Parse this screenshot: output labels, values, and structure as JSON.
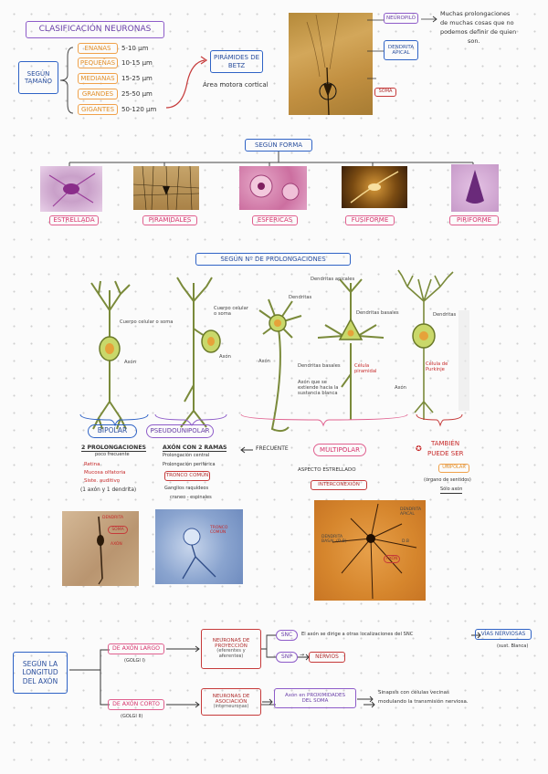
{
  "title": "CLASIFICACIÓN NEURONAS",
  "size_section": {
    "label": "SEGÚN TAMAÑO",
    "rows": [
      {
        "name": "ENANAS",
        "range": "5-10 µm"
      },
      {
        "name": "PEQUEÑAS",
        "range": "10-15 µm"
      },
      {
        "name": "MEDIANAS",
        "range": "15-25 µm"
      },
      {
        "name": "GRANDES",
        "range": "25-50 µm"
      },
      {
        "name": "GIGANTES",
        "range": "50-120 µm"
      }
    ],
    "betz_label": "PIRÁMIDES DE BETZ",
    "betz_note": "Área motora cortical",
    "neuropilo_label": "NEUROPILO",
    "neuropilo_note": [
      "Muchas prolongaciones",
      "de muchas cosas que no",
      "podemos definir de quien",
      "son."
    ],
    "dendrita_label": "DENDRITA APICAL",
    "soma_label": "SOMA"
  },
  "form_section": {
    "label": "SEGÚN FORMA",
    "items": [
      "ESTRELLADA",
      "PIRAMIDALES",
      "ESFÉRICAS",
      "FUSIFORME",
      "PIRIFORME"
    ]
  },
  "prolong_section": {
    "label": "SEGÚN Nº DE PROLONGACIONES",
    "diagram_labels": {
      "cuerpo1": "Cuerpo celular o soma",
      "axon1": "Axón",
      "cuerpo2": "Cuerpo celular o soma",
      "axon2": "Axón",
      "dendritas": "Dendritas",
      "dend_apicales": "Dendritas apicales",
      "dend_basales1": "Dendritas basales",
      "dend_basales2": "Dendritas basales",
      "axon3": "Axón",
      "celula_piramidal": "Célula piramidal",
      "axon_sustancia": "Axón que se extiende hacia la sustancia blanca",
      "dendritas2": "Dendritas",
      "celula_purkinje": "Célula de Purkinje",
      "axon4": "Axón"
    },
    "bipolar": {
      "title": "BIPOLAR",
      "sub": "2 PROLONGACIONES",
      "sub2": "poco frecuente",
      "items": [
        "Retina",
        "Mucosa olfatoria",
        "Siste. auditivo"
      ],
      "foot": "(1 axón y 1 dendrita)"
    },
    "pseudo": {
      "title": "PSEUDOUNIPOLAR",
      "sub": "AXÓN CON 2 RAMAS",
      "items": [
        "Prolongación central",
        "Prolongación periférica"
      ],
      "tronco": "TRONCO COMÚN",
      "foot": [
        "Ganglios raquídeos",
        "craneo - espinales"
      ]
    },
    "multi": {
      "frecuente": "FRECUENTE",
      "title": "MULTIPOLAR",
      "aspecto": "ASPECTO ESTRELLADO",
      "inter": "INTERCONEXIÓN"
    },
    "unipolar": {
      "title": [
        "TAMBIÉN",
        "PUEDE SER"
      ],
      "tag": "UNIPOLAR",
      "note": "(órgano de sentidos)",
      "note2": "Sólo axón"
    },
    "photo_labels": {
      "dendrita": "DENDRITA",
      "soma": "SOMA",
      "axon": "AXÓN",
      "tronco_comun": "TRONCO COMÚN",
      "dendrita_apical": "DENDRITA APICAL",
      "dendrita_basal": "DENDRITA BASAL (D.B)",
      "db": "D.B",
      "axon2": "AXÓN"
    }
  },
  "axon_section": {
    "label": "SEGÚN LA LONGITUD DEL AXÓN",
    "largo": {
      "label": "DE AXÓN LARGO",
      "sub": "(GOLGI I)"
    },
    "corto": {
      "label": "DE AXÓN CORTO",
      "sub": "(GOLGI II)"
    },
    "proyeccion": [
      "NEURONAS DE",
      "PROYECCIÓN",
      "(eferentes y",
      "aferentes)"
    ],
    "snc": "SNC",
    "snc_note": "El axón se dirige a otras localizaciones del SNC",
    "vias": "VÍAS NERVIOSAS",
    "vias_note": "(sust. Blanca)",
    "snp": "SNP",
    "nervios": "NERVIOS",
    "asociacion": [
      "NEURONAS DE",
      "ASOCIACIÓN",
      "(interneuronas)"
    ],
    "axon_prox": [
      "Axón en PROXIMIDADES",
      "DEL SOMA"
    ],
    "sinapsis": [
      "Sinapsis con células vecinas",
      "modulando la transmisión nerviosa."
    ]
  }
}
